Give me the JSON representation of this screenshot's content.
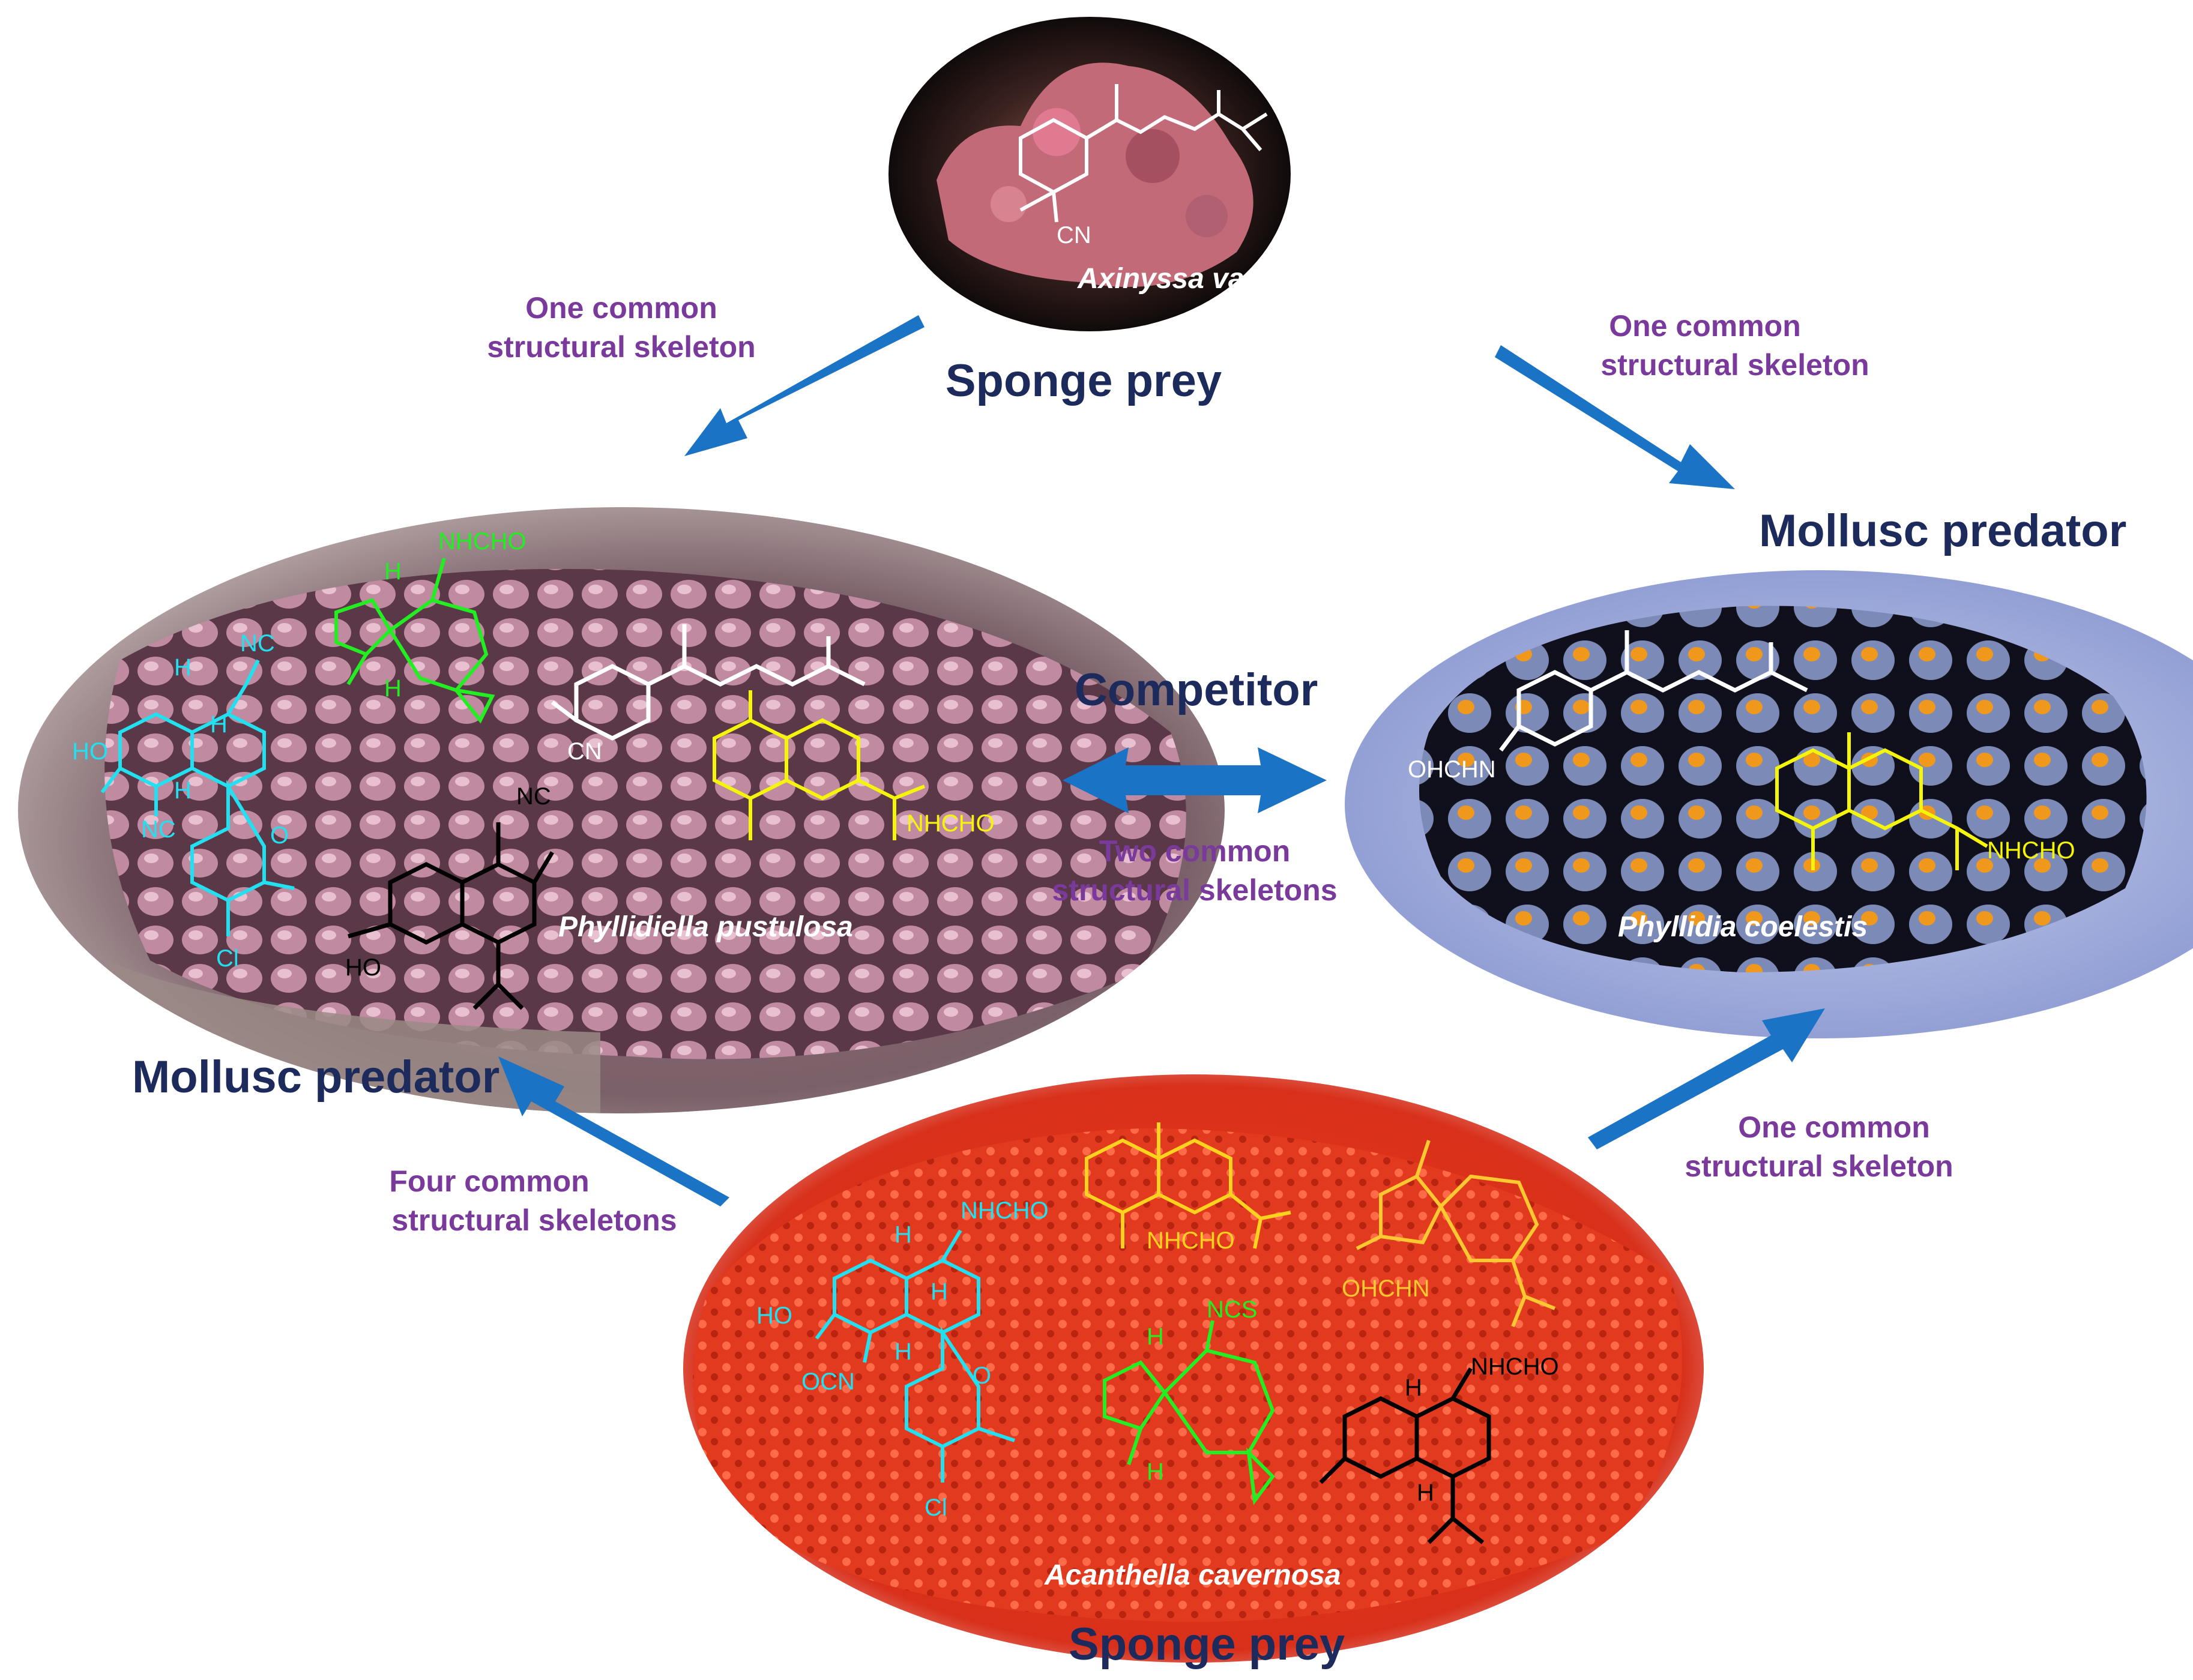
{
  "top_sponge": {
    "species": "Axinyssa variabilis",
    "role": "Sponge prey",
    "compound_label": "CN"
  },
  "left_mollusc": {
    "species": "Phyllidiella pustulosa",
    "role": "Mollusc predator",
    "labels": {
      "cyan_ho": "HO",
      "cyan_nc_top": "NC",
      "cyan_nc_bottom": "NC",
      "cyan_o": "O",
      "cyan_cl": "Cl",
      "cyan_h1": "H",
      "cyan_h2": "H",
      "cyan_h3": "H",
      "green_nhcho": "NHCHO",
      "green_h1": "H",
      "green_h2": "H",
      "white_cn": "CN",
      "yellow_nhcho": "NHCHO",
      "black_nc": "NC",
      "black_ho": "HO"
    }
  },
  "right_mollusc": {
    "species": "Phyllidia coelestis",
    "role": "Mollusc predator",
    "labels": {
      "white_ohchn": "OHCHN",
      "yellow_nhcho": "NHCHO"
    }
  },
  "bottom_sponge": {
    "species": "Acanthella cavernosa",
    "role": "Sponge prey",
    "labels": {
      "cyan_nhcho": "NHCHO",
      "cyan_ho": "HO",
      "cyan_ocn": "OCN",
      "cyan_o": "O",
      "cyan_cl": "Cl",
      "cyan_h1": "H",
      "cyan_h2": "H",
      "cyan_h3": "H",
      "yellow_nhcho": "NHCHO",
      "orange_ohchn": "OHCHN",
      "green_ncs": "NCS",
      "green_h1": "H",
      "green_h2": "H",
      "black_nhcho": "NHCHO",
      "black_h1": "H",
      "black_h2": "H"
    }
  },
  "center": {
    "competitor": "Competitor",
    "shared_line1": "Two common",
    "shared_line2": "structural skeletons"
  },
  "arrow_labels": {
    "top_left_line1": "One common",
    "top_left_line2": "structural skeleton",
    "top_right_line1": "One common",
    "top_right_line2": "structural skeleton",
    "bottom_left_line1": "Four common",
    "bottom_left_line2": "structural skeletons",
    "bottom_right_line1": "One common",
    "bottom_right_line2": "structural skeleton"
  },
  "colors": {
    "arrow_blue": "#1a73c4",
    "role_text": "#1c2a5c",
    "skeleton_text": "#7a3a9c",
    "cyan_compound": "#22e0f0",
    "green_compound": "#22ee22",
    "yellow_compound": "#f5f50a",
    "orange_compound": "#ffc830",
    "black_compound": "#000000",
    "white_compound": "#ffffff"
  }
}
